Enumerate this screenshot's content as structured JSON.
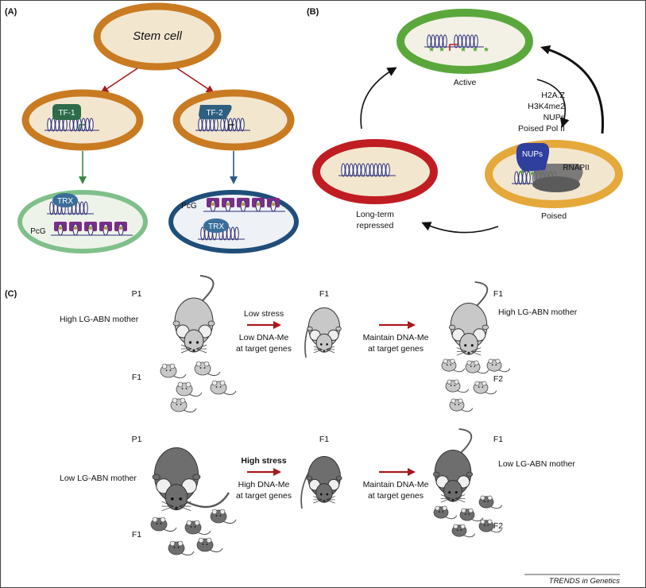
{
  "panels": {
    "a": "(A)",
    "b": "(B)",
    "c": "(C)"
  },
  "panel_a": {
    "stem_cell": "Stem cell",
    "tf1": "TF-1",
    "tf2": "TF-2",
    "trx": "TRX",
    "pcg": "PcG"
  },
  "panel_b": {
    "active": "Active",
    "marks": [
      "H2A.Z",
      "H3K4me2",
      "NUPs",
      "Poised Pol II"
    ],
    "nups": "NUPs",
    "rnapii": "RNAPII",
    "poised": "Poised",
    "repressed_line1": "Long-term",
    "repressed_line2": "repressed"
  },
  "panel_c": {
    "p1": "P1",
    "f1": "F1",
    "f2": "F2",
    "high_mother": "High LG-ABN mother",
    "low_mother": "Low LG-ABN mother",
    "low_stress": "Low stress",
    "high_stress": "High stress",
    "low_dna_line1": "Low DNA-Me",
    "high_dna_line1": "High DNA-Me",
    "at_target": "at target genes",
    "maintain_line1": "Maintain DNA-Me"
  },
  "footer": "TRENDS in Genetics",
  "colors": {
    "orange_ring": "#c97b22",
    "cell_fill": "#f3e6cf",
    "green_ring": "#7fc08a",
    "navy_ring": "#1f4e79",
    "active_ring": "#5aa83c",
    "repressed_ring": "#c01d22",
    "poised_ring": "#e5a83a",
    "arrow_red": "#a8191d",
    "arrow_green": "#3c8a4a",
    "arrow_blue": "#2d5a85",
    "tf_green": "#2e6b4a",
    "tf_blue": "#2e5f80",
    "pcg_purple": "#7b2d8a",
    "mouse_light": "#c8c8c8",
    "mouse_dark": "#6e6e6e"
  }
}
